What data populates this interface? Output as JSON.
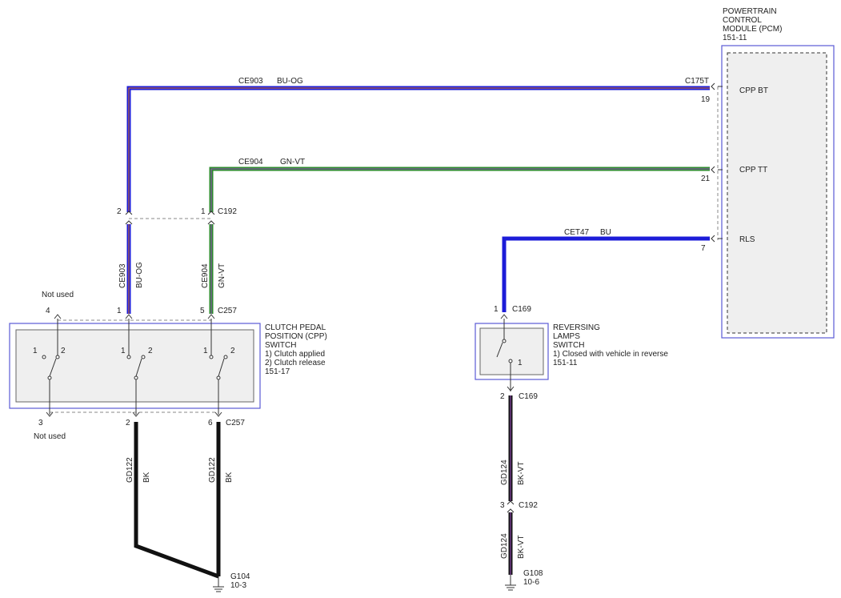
{
  "pcm": {
    "title": [
      "POWERTRAIN",
      "CONTROL",
      "MODULE (PCM)",
      "151-11"
    ],
    "connector": "C175T",
    "pins": [
      {
        "label": "CPP BT",
        "num": "19"
      },
      {
        "label": "CPP TT",
        "num": "21"
      },
      {
        "label": "RLS",
        "num": "7"
      }
    ]
  },
  "wires": {
    "ce903": {
      "circuit": "CE903",
      "color": "BU-OG"
    },
    "ce904": {
      "circuit": "CE904",
      "color": "GN-VT"
    },
    "cet47": {
      "circuit": "CET47",
      "color": "BU"
    },
    "gd122": {
      "circuit": "GD122",
      "color": "BK"
    },
    "gd124": {
      "circuit": "GD124",
      "color": "BK-VT"
    }
  },
  "connectors": {
    "c192_top": {
      "name": "C192",
      "pin_a": "2",
      "pin_b": "1"
    },
    "c257_top": {
      "name": "C257",
      "pin_a": "4",
      "pin_b": "1",
      "pin_c": "5"
    },
    "c257_bot": {
      "name": "C257",
      "pin_a": "3",
      "pin_b": "2",
      "pin_c": "6"
    },
    "c169_top": {
      "name": "C169",
      "pin": "1"
    },
    "c169_bot": {
      "name": "C169",
      "pin": "2"
    },
    "c192_bot": {
      "name": "C192",
      "pin": "3"
    }
  },
  "cpp_switch": {
    "title": [
      "CLUTCH PEDAL",
      "POSITION (CPP)",
      "SWITCH",
      "1) Clutch applied",
      "2) Clutch release",
      "151-17"
    ],
    "not_used_top": "Not used",
    "not_used_bottom": "Not used",
    "contacts": [
      "1",
      "2"
    ]
  },
  "rl_switch": {
    "title": [
      "REVERSING",
      "LAMPS",
      "SWITCH",
      "1) Closed with vehicle in reverse",
      "151-11"
    ],
    "contact": "1"
  },
  "grounds": {
    "g104": {
      "name": "G104",
      "ref": "10-3"
    },
    "g108": {
      "name": "G108",
      "ref": "10-6"
    }
  },
  "colors": {
    "blue": "#1c1cd8",
    "green": "#2e8b2e",
    "black": "#111111",
    "box_border": "#5b5bd6"
  }
}
